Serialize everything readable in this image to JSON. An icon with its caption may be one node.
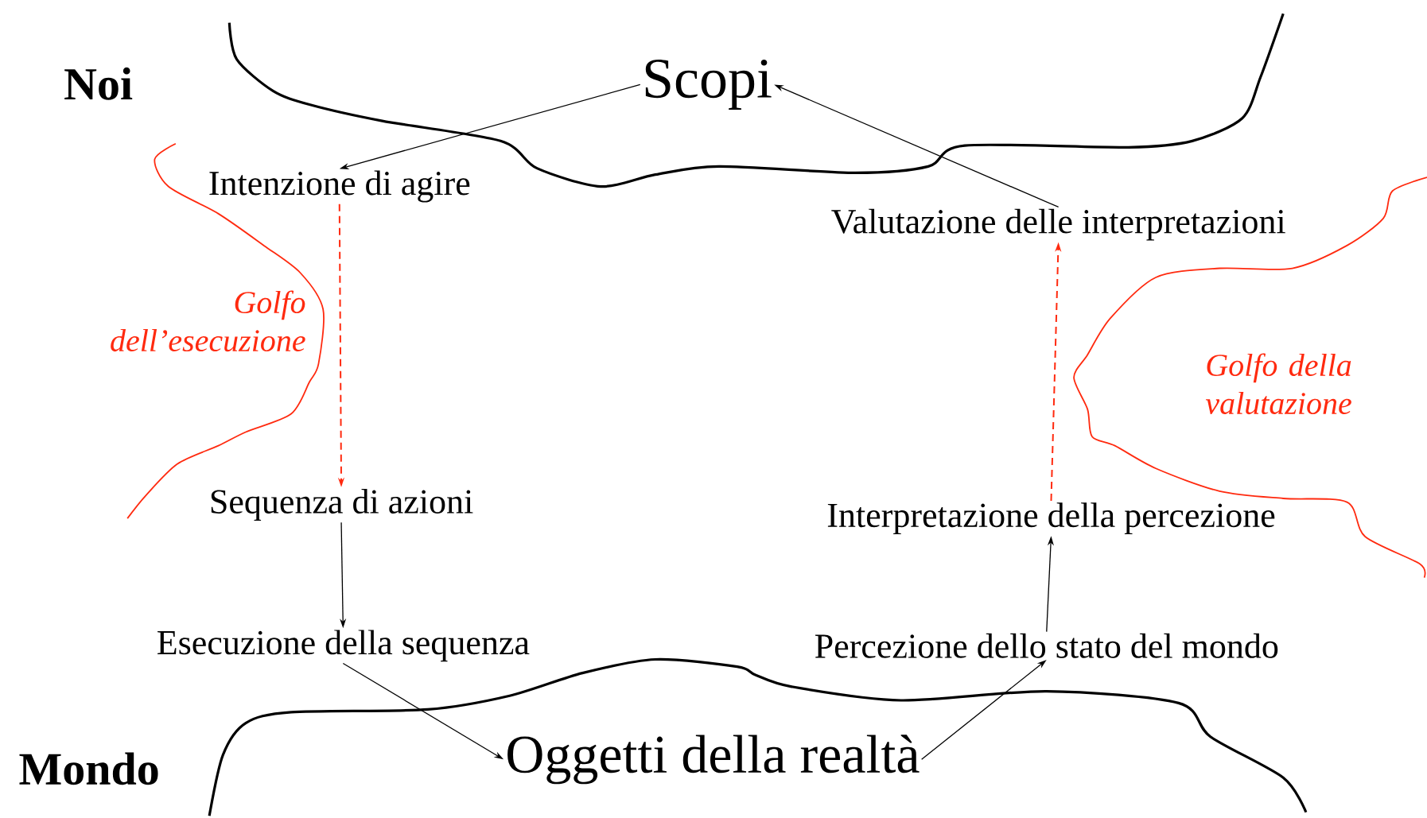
{
  "diagram": {
    "nodes": [
      {
        "text": [
          "Scopi"
        ]
      },
      {
        "text": [
          "Intenzione di agire"
        ]
      },
      {
        "text": [
          "Sequenza di azioni"
        ]
      },
      {
        "text": [
          "Esecuzione della sequenza"
        ]
      },
      {
        "text": [
          "Oggetti della realtà"
        ]
      },
      {
        "text": [
          "Percezione dello stato del mondo"
        ]
      },
      {
        "text": [
          "Interpretazione della percezione"
        ]
      },
      {
        "text": [
          "Valutazione delle interpretazioni"
        ]
      }
    ],
    "edges": [
      {
        "from": 0,
        "to": 1,
        "arrow": "to"
      },
      {
        "from": 1,
        "to": 2,
        "arrow": "to",
        "style": "dashed",
        "color": "#ff2a0f"
      },
      {
        "from": 2,
        "to": 3,
        "arrow": "to"
      },
      {
        "from": 3,
        "to": 4,
        "arrow": "to"
      },
      {
        "from": 4,
        "to": 5,
        "arrow": "to"
      },
      {
        "from": 5,
        "to": 6,
        "arrow": "to"
      },
      {
        "from": 6,
        "to": 7,
        "arrow": "to",
        "style": "dashed",
        "color": "#ff2a0f"
      },
      {
        "from": 7,
        "to": 0,
        "arrow": "to"
      }
    ],
    "labels": [
      "Noi",
      "Golfo dell’esecuzione",
      "Golfo della valutazione",
      "Mondo"
    ]
  }
}
